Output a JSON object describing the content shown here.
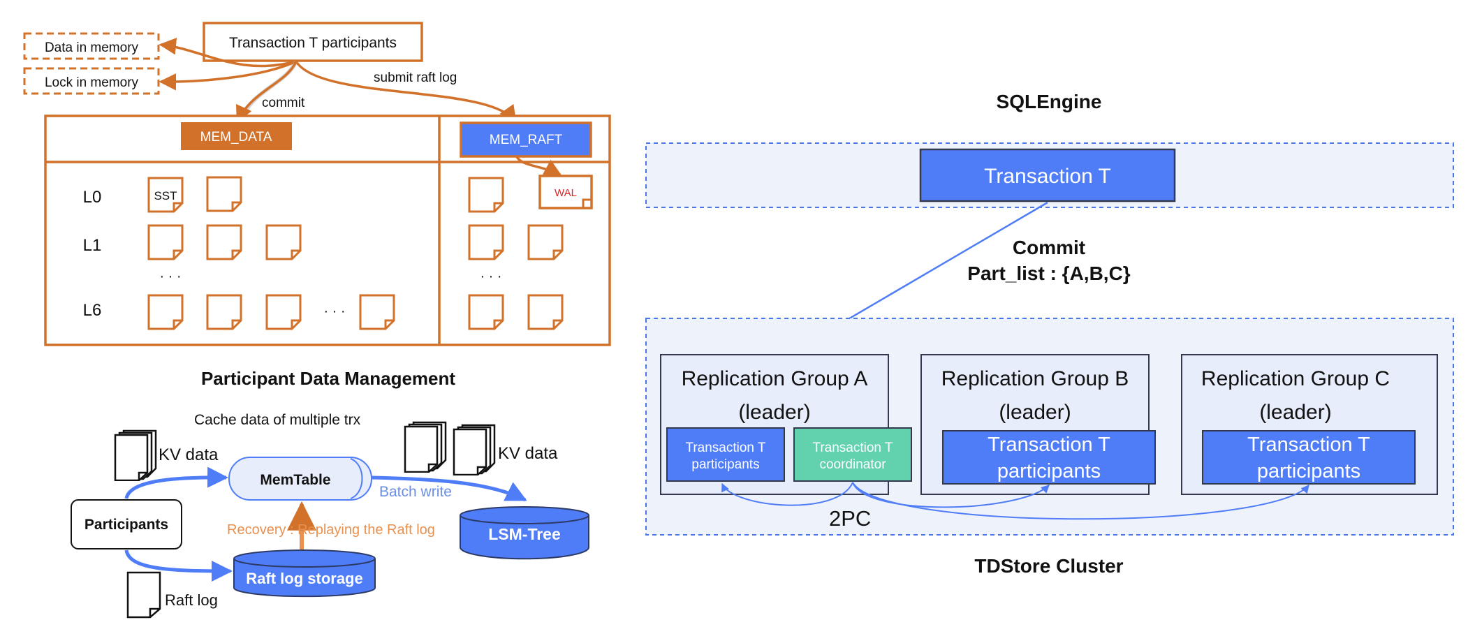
{
  "colors": {
    "orange": "#d2722a",
    "blue": "#4f7cf7",
    "blue_light": "#e8edfb",
    "blue_dashed": "#4a76e8",
    "green": "#62d1ae",
    "dark_border": "#33394f",
    "red": "#e02424"
  },
  "top_left": {
    "participants_label": "Transaction T participants",
    "data_in_memory": "Data in memory",
    "lock_in_memory": "Lock in memory",
    "commit_label": "commit",
    "submit_raft_log_label": "submit raft log",
    "mem_data": "MEM_DATA",
    "mem_raft": "MEM_RAFT",
    "levels": [
      "L0",
      "L1",
      "L6"
    ],
    "dots": "· · ·",
    "sst_label": "SST",
    "wal_label": "WAL",
    "title": "Participant Data Management"
  },
  "bottom_left": {
    "cache_caption": "Cache data of multiple trx",
    "kv_data_left": "KV data",
    "kv_data_right": "KV data",
    "memtable": "MemTable",
    "batch_write": "Batch write",
    "participants": "Participants",
    "recovery": "Recovery : Replaying the Raft log",
    "lsm_tree": "LSM-Tree",
    "raft_log_storage": "Raft log storage",
    "raft_log": "Raft log"
  },
  "right": {
    "sql_engine": "SQLEngine",
    "transaction_t": "Transaction T",
    "commit": "Commit",
    "part_list": "Part_list : {A,B,C}",
    "groups": [
      {
        "title": "Replication Group A",
        "role": "(leader)",
        "box1": [
          "Transaction T",
          "participants"
        ],
        "box2": [
          "Transaction T",
          "coordinator"
        ]
      },
      {
        "title": "Replication Group B",
        "role": "(leader)",
        "box1": [
          "Transaction T",
          "participants"
        ]
      },
      {
        "title": "Replication Group C",
        "role": "(leader)",
        "box1": [
          "Transaction T",
          "participants"
        ]
      }
    ],
    "two_pc": "2PC",
    "cluster": "TDStore Cluster"
  }
}
